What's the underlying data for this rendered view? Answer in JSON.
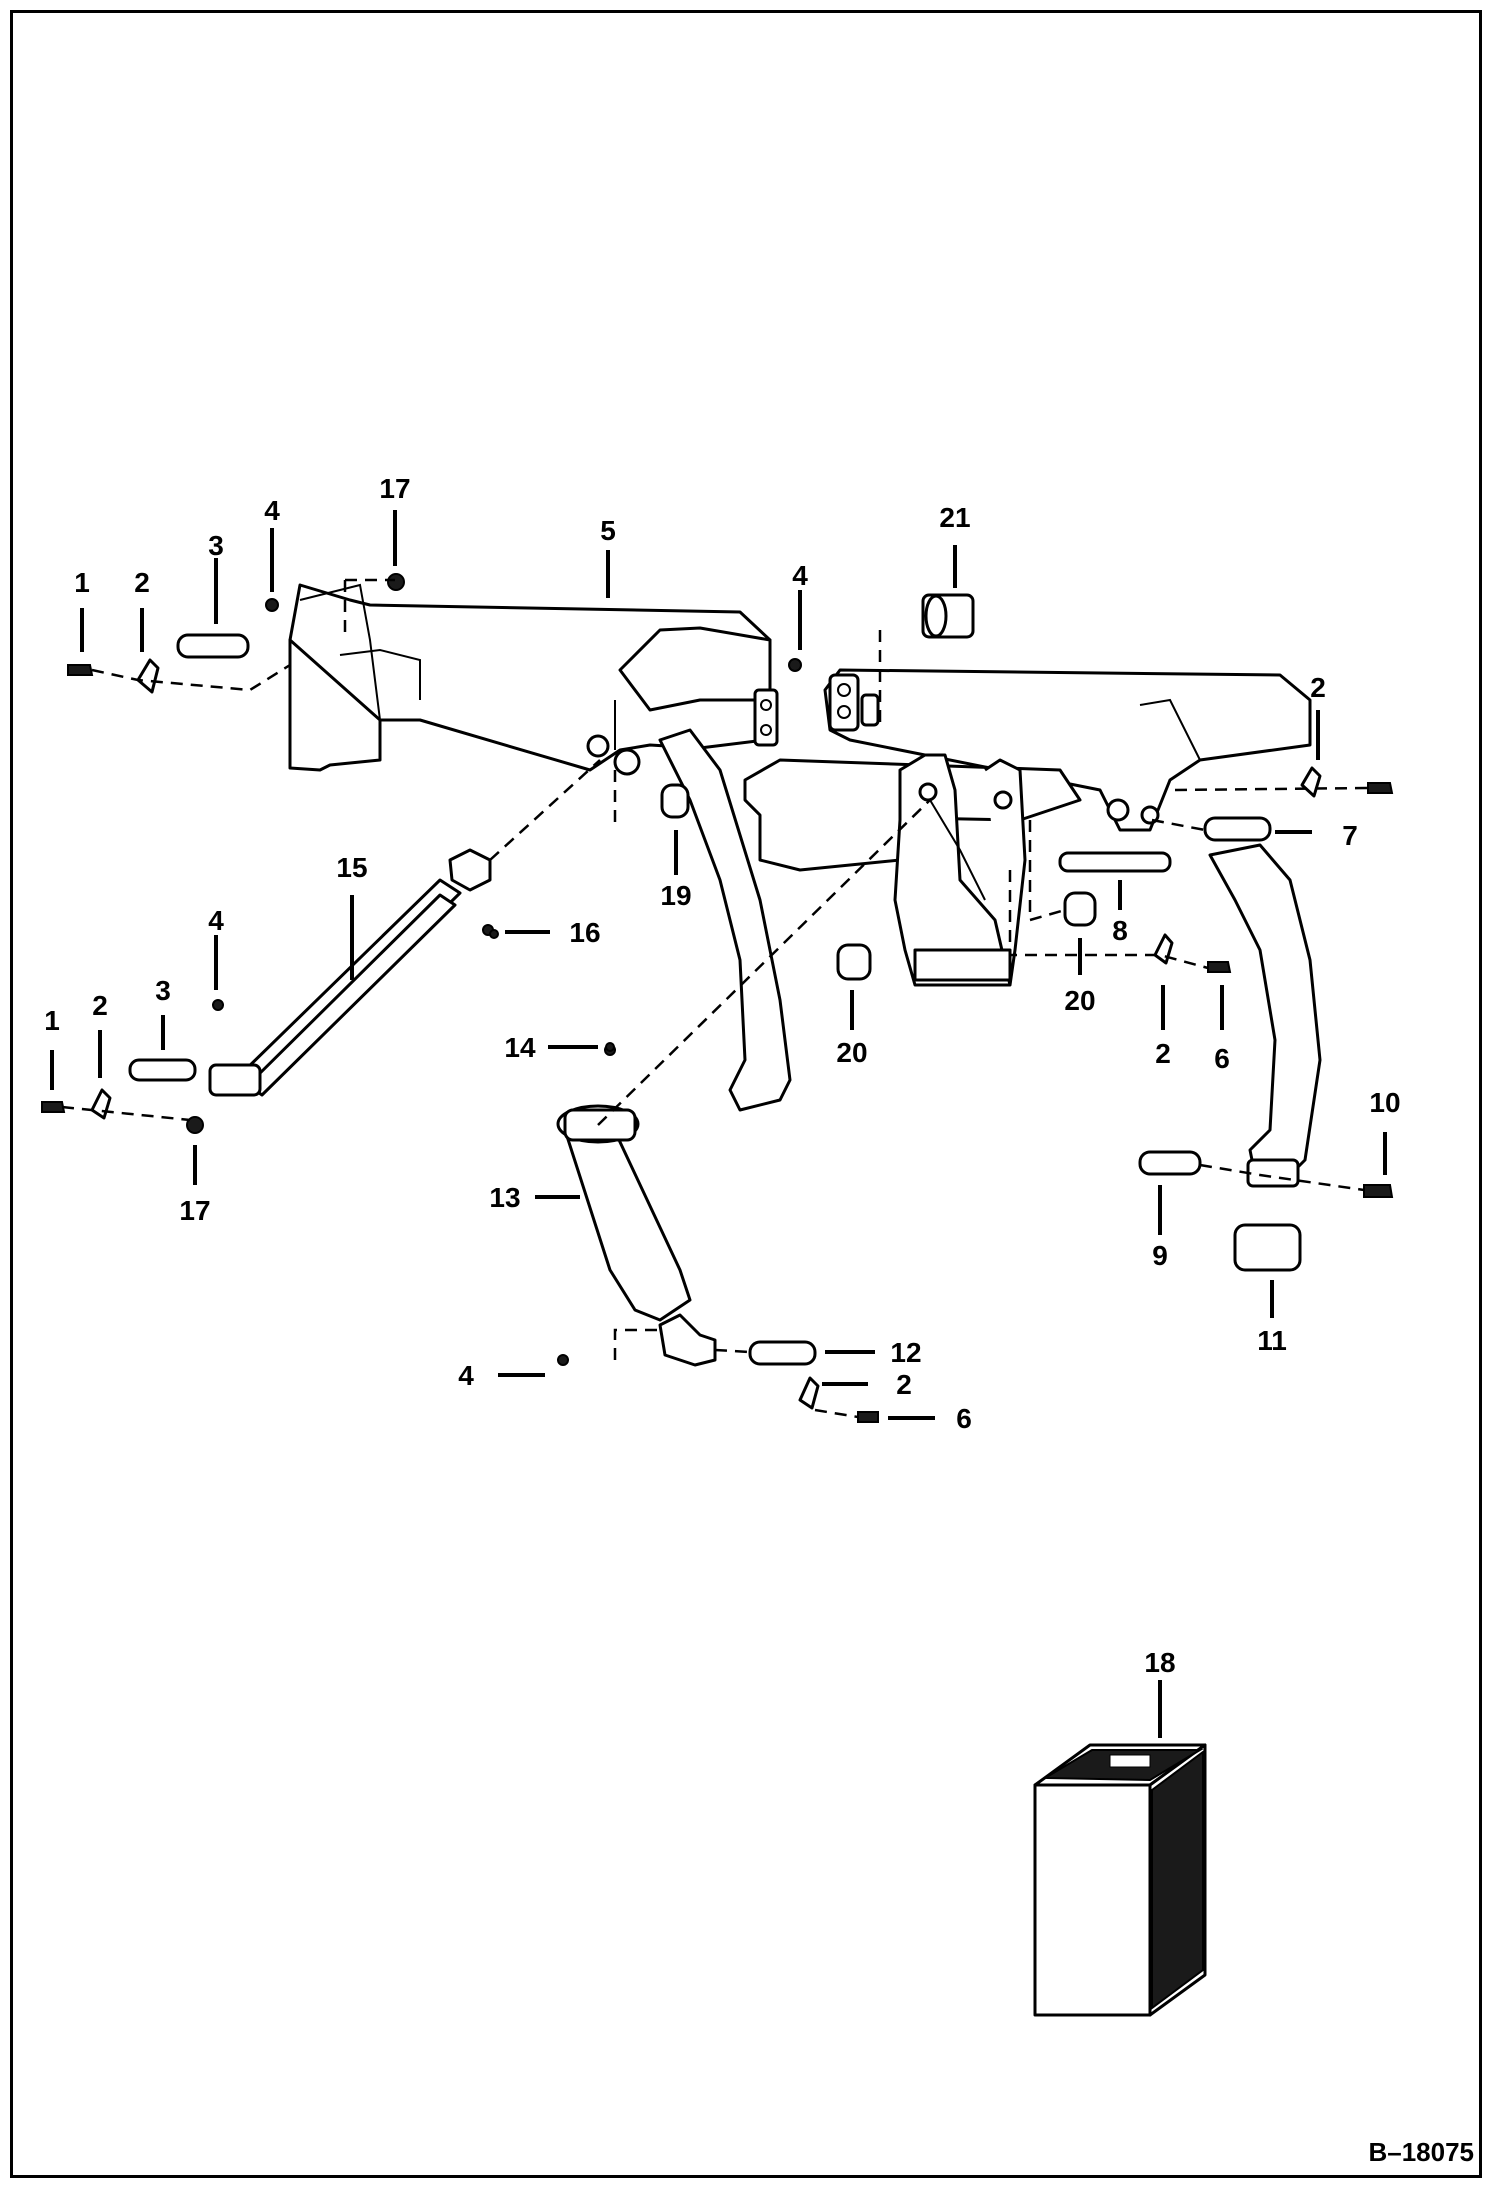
{
  "figure_code": "B–18075",
  "callouts": {
    "c1a": "1",
    "c2a": "2",
    "c3a": "3",
    "c4a": "4",
    "c17a": "17",
    "c5": "5",
    "c21": "21",
    "c4b": "4",
    "c2b": "2",
    "c7": "7",
    "c15": "15",
    "c4c": "4",
    "c16": "16",
    "c19": "19",
    "c8": "8",
    "c1b": "1",
    "c2c": "2",
    "c3b": "3",
    "c20a": "20",
    "c20b": "20",
    "c2d": "2",
    "c6a": "6",
    "c14": "14",
    "c10": "10",
    "c17b": "17",
    "c13": "13",
    "c9": "9",
    "c11": "11",
    "c12": "12",
    "c4d": "4",
    "c2e": "2",
    "c6b": "6",
    "c18": "18"
  }
}
